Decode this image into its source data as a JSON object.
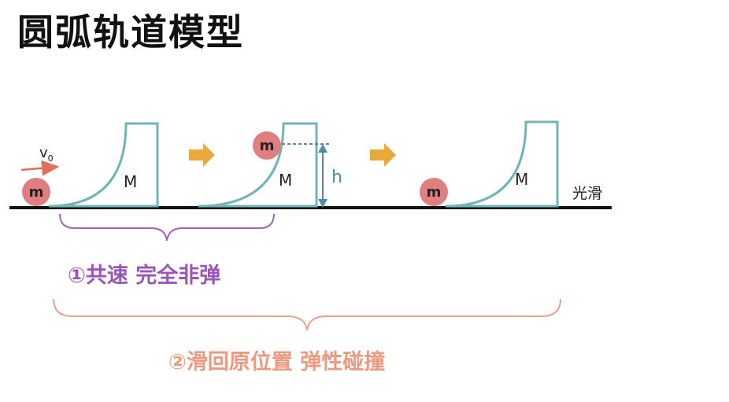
{
  "title": "圆弧轨道模型",
  "labels": {
    "mass_small": "m",
    "mass_big": "M",
    "velocity_symbol": "v",
    "velocity_subscript": "0",
    "height": "h",
    "surface": "光滑"
  },
  "annotations": {
    "first": "①共速 完全非弹",
    "second": "②滑回原位置 弹性碰撞"
  },
  "colors": {
    "track": "#6fb5b8",
    "ball": "#e07f7f",
    "arrow_orange": "#e8a93a",
    "velocity_arrow": "#e0705a",
    "height_line": "#4f8aa8",
    "brace_purple": "#a064b4",
    "brace_salmon": "#eca090",
    "text_purple": "#9a55b8",
    "text_salmon": "#eb9a80"
  }
}
